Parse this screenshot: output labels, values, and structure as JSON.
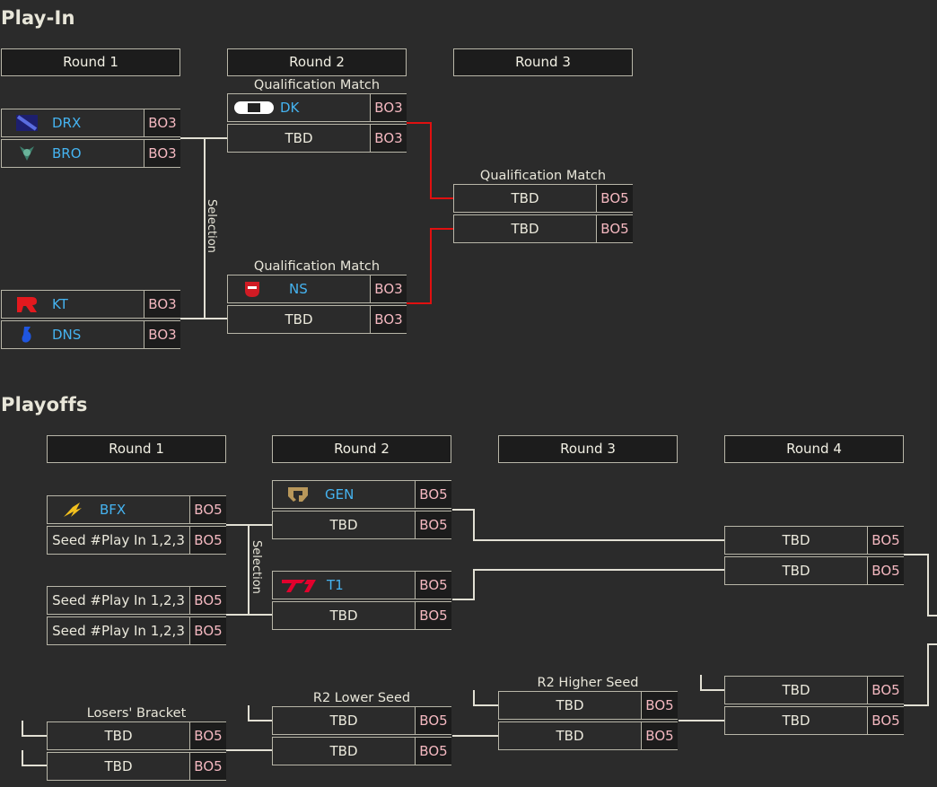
{
  "playin": {
    "title": "Play-In",
    "rounds": [
      "Round 1",
      "Round 2",
      "Round 3"
    ],
    "selection": "Selection",
    "qual_label": "Qualification Match",
    "r1": [
      {
        "team": "DRX",
        "bo": "BO3"
      },
      {
        "team": "BRO",
        "bo": "BO3"
      },
      {
        "team": "KT",
        "bo": "BO3"
      },
      {
        "team": "DNS",
        "bo": "BO3"
      }
    ],
    "r2": [
      {
        "team": "DK",
        "bo": "BO3"
      },
      {
        "team": "TBD",
        "bo": "BO3"
      },
      {
        "team": "NS",
        "bo": "BO3"
      },
      {
        "team": "TBD",
        "bo": "BO3"
      }
    ],
    "r3": [
      {
        "team": "TBD",
        "bo": "BO5"
      },
      {
        "team": "TBD",
        "bo": "BO5"
      }
    ]
  },
  "playoffs": {
    "title": "Playoffs",
    "rounds": [
      "Round 1",
      "Round 2",
      "Round 3",
      "Round 4"
    ],
    "selection": "Selection",
    "labels": {
      "losers": "Losers' Bracket",
      "r2_lower": "R2 Lower Seed",
      "r2_higher": "R2 Higher Seed"
    },
    "r1": [
      {
        "team": "BFX",
        "bo": "BO5"
      },
      {
        "team": "Seed #Play In 1,2,3",
        "bo": "BO5"
      },
      {
        "team": "Seed #Play In 1,2,3",
        "bo": "BO5"
      },
      {
        "team": "Seed #Play In 1,2,3",
        "bo": "BO5"
      }
    ],
    "r2": [
      {
        "team": "GEN",
        "bo": "BO5"
      },
      {
        "team": "TBD",
        "bo": "BO5"
      },
      {
        "team": "T1",
        "bo": "BO5"
      },
      {
        "team": "TBD",
        "bo": "BO5"
      }
    ],
    "r4_upper": [
      {
        "team": "TBD",
        "bo": "BO5"
      },
      {
        "team": "TBD",
        "bo": "BO5"
      }
    ],
    "r4_lower": [
      {
        "team": "TBD",
        "bo": "BO5"
      },
      {
        "team": "TBD",
        "bo": "BO5"
      }
    ],
    "lb_r1": [
      {
        "team": "TBD",
        "bo": "BO5"
      },
      {
        "team": "TBD",
        "bo": "BO5"
      }
    ],
    "lb_r2": [
      {
        "team": "TBD",
        "bo": "BO5"
      },
      {
        "team": "TBD",
        "bo": "BO5"
      }
    ],
    "lb_r3": [
      {
        "team": "TBD",
        "bo": "BO5"
      },
      {
        "team": "TBD",
        "bo": "BO5"
      }
    ]
  },
  "colors": {
    "team_name": "#45b3f0",
    "bo_text": "#f4b8c0",
    "connector": "#e8e6d9",
    "winner_path": "#e01010"
  }
}
